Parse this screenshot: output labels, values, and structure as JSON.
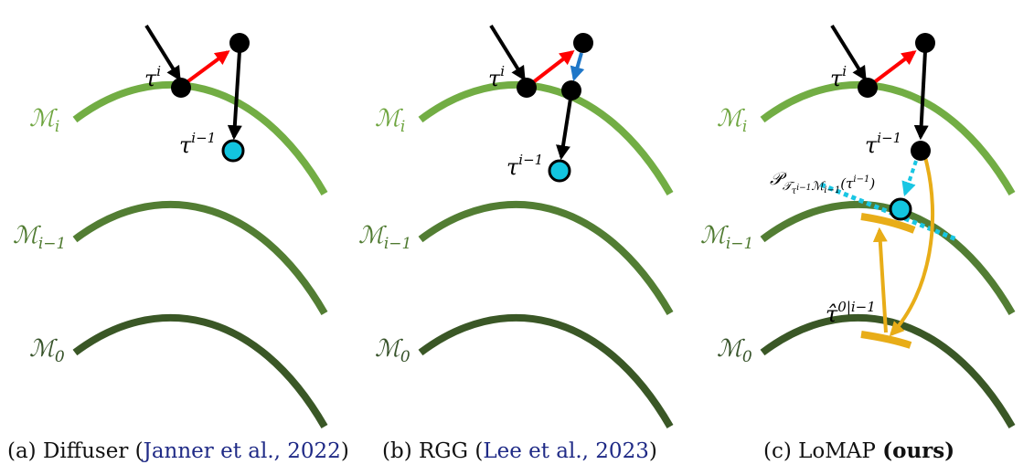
{
  "colors": {
    "manifold_i": "#72ad44",
    "manifold_im1": "#527d33",
    "manifold_0": "#3a5726",
    "label_i": "#6ea53f",
    "label_im1": "#4f7a30",
    "label_0": "#37532a",
    "arrow_red": "#ff0000",
    "arrow_blue": "#1f77c8",
    "arrow_black": "#000000",
    "arrow_gold": "#e8ad18",
    "node_black": "#000000",
    "node_cyan": "#12c5e0",
    "dotted_cyan": "#19c6e3",
    "citation": "#1f2a86"
  },
  "labels": {
    "M_base": "ℳ",
    "sub_i": "i",
    "sub_im1": "i−1",
    "sub_0": "0",
    "tau": "τ",
    "sup_i": "i",
    "sup_im1": "i−1",
    "proj_P": "𝒫",
    "proj_sub": "𝒯",
    "proj_subsub": "τ",
    "proj_subsubsup": "i−1",
    "proj_M": "ℳ",
    "proj_Msub": "i−1",
    "proj_arg": "(τ",
    "proj_argsup": "i−1",
    "proj_close": ")",
    "tauhat": "τ̂",
    "tauhat_sup": "0|i−1"
  },
  "captions": {
    "a_prefix": "(a) Diffuser (",
    "a_cite": "Janner et al., 2022",
    "a_suffix": ")",
    "b_prefix": "(b) RGG (",
    "b_cite": "Lee et al., 2023",
    "b_suffix": ")",
    "c_prefix": "(c) LoMAP ",
    "c_bold": "(ours)"
  }
}
